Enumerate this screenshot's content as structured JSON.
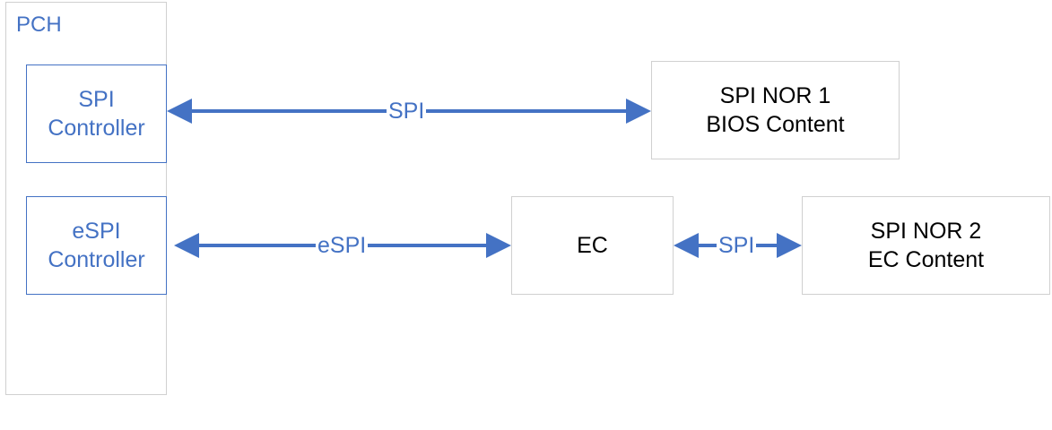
{
  "pch": {
    "label": "PCH"
  },
  "spi_controller": {
    "line1": "SPI",
    "line2": "Controller"
  },
  "espi_controller": {
    "line1": "eSPI",
    "line2": "Controller"
  },
  "spi_nor_1": {
    "line1": "SPI NOR 1",
    "line2": "BIOS Content"
  },
  "ec": {
    "label": "EC"
  },
  "spi_nor_2": {
    "line1": "SPI NOR 2",
    "line2": "EC Content"
  },
  "links": {
    "spi_top": "SPI",
    "espi": "eSPI",
    "spi_ec": "SPI"
  },
  "colors": {
    "accent": "#4472c4",
    "border": "#d0d0d0",
    "text": "#000000"
  }
}
